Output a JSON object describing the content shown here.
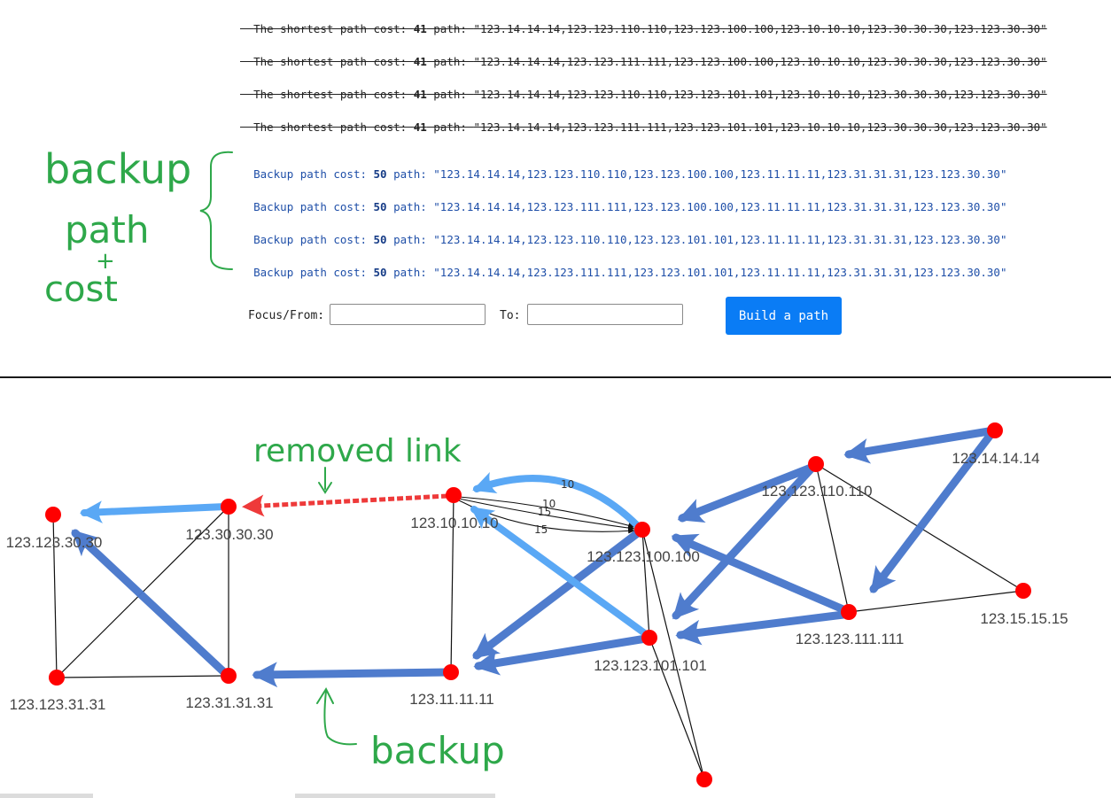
{
  "shortest_paths": [
    {
      "prefix": "The shortest path cost: ",
      "cost": "41",
      "mid": " path: ",
      "path": "\"123.14.14.14,123.123.110.110,123.123.100.100,123.10.10.10,123.30.30.30,123.123.30.30\""
    },
    {
      "prefix": "The shortest path cost: ",
      "cost": "41",
      "mid": " path: ",
      "path": "\"123.14.14.14,123.123.111.111,123.123.100.100,123.10.10.10,123.30.30.30,123.123.30.30\""
    },
    {
      "prefix": "The shortest path cost: ",
      "cost": "41",
      "mid": " path: ",
      "path": "\"123.14.14.14,123.123.110.110,123.123.101.101,123.10.10.10,123.30.30.30,123.123.30.30\""
    },
    {
      "prefix": "The shortest path cost: ",
      "cost": "41",
      "mid": " path: ",
      "path": "\"123.14.14.14,123.123.111.111,123.123.101.101,123.10.10.10,123.30.30.30,123.123.30.30\""
    }
  ],
  "backup_paths": [
    {
      "prefix": "Backup path cost: ",
      "cost": "50",
      "mid": " path: ",
      "path": "\"123.14.14.14,123.123.110.110,123.123.100.100,123.11.11.11,123.31.31.31,123.123.30.30\""
    },
    {
      "prefix": "Backup path cost: ",
      "cost": "50",
      "mid": " path: ",
      "path": "\"123.14.14.14,123.123.111.111,123.123.100.100,123.11.11.11,123.31.31.31,123.123.30.30\""
    },
    {
      "prefix": "Backup path cost: ",
      "cost": "50",
      "mid": " path: ",
      "path": "\"123.14.14.14,123.123.110.110,123.123.101.101,123.11.11.11,123.31.31.31,123.123.30.30\""
    },
    {
      "prefix": "Backup path cost: ",
      "cost": "50",
      "mid": " path: ",
      "path": "\"123.14.14.14,123.123.111.111,123.123.101.101,123.11.11.11,123.31.31.31,123.123.30.30\""
    }
  ],
  "form": {
    "from_label": "Focus/From:",
    "from_value": "",
    "to_label": "To:",
    "to_value": "",
    "button_label": "Build a path"
  },
  "graph": {
    "nodes": [
      {
        "id": "n1414",
        "label": "123.14.14.14"
      },
      {
        "id": "n110",
        "label": "123.123.110.110"
      },
      {
        "id": "n100",
        "label": "123.123.100.100"
      },
      {
        "id": "n111",
        "label": "123.123.111.111"
      },
      {
        "id": "n101",
        "label": "123.123.101.101"
      },
      {
        "id": "n1515",
        "label": "123.15.15.15"
      },
      {
        "id": "nbottom",
        "label": ""
      },
      {
        "id": "n1010",
        "label": "123.10.10.10"
      },
      {
        "id": "n1111",
        "label": "123.11.11.11"
      },
      {
        "id": "n3030",
        "label": "123.30.30.30"
      },
      {
        "id": "n3131",
        "label": "123.31.31.31"
      },
      {
        "id": "n12330",
        "label": "123.123.30.30"
      },
      {
        "id": "n12331",
        "label": "123.123.31.31"
      }
    ],
    "edge_labels": [
      "10",
      "10",
      "15",
      "15"
    ],
    "colors": {
      "node": "#ff0000",
      "primary_path": "#4a78cc",
      "shortest_path": "#5aa8f5",
      "removed_link": "#ee3a3a",
      "thin_edge": "#111111"
    }
  },
  "annotations": {
    "backup_path_cost": [
      "backup",
      "path",
      "+",
      "cost"
    ],
    "removed_link": "removed link",
    "backup": "backup",
    "color": "#2ea84a"
  }
}
